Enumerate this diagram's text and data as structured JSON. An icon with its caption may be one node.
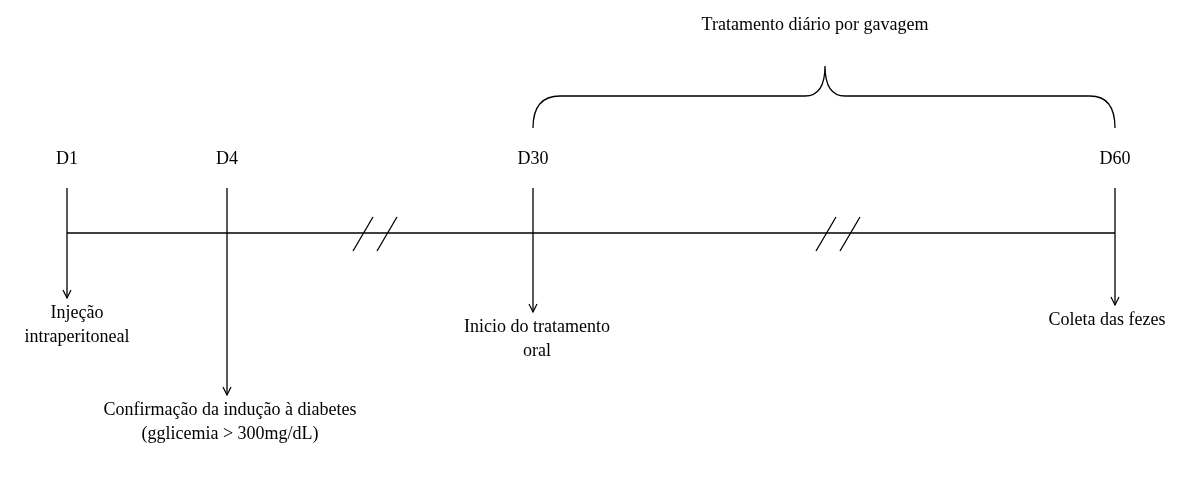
{
  "diagram": {
    "nodes": [
      {
        "text": [
          "D1"
        ]
      },
      {
        "text": [
          "Injeção intraperitoneal"
        ]
      },
      {
        "text": [
          "D4"
        ]
      },
      {
        "text": [
          "Confirmação da indução à diabetes (gglicemia > 300mg/dL)"
        ]
      },
      {
        "text": [
          "D30"
        ]
      },
      {
        "text": [
          "Inicio do tratamento oral"
        ]
      },
      {
        "text": [
          "D60"
        ]
      },
      {
        "text": [
          "Coleta das fezes"
        ]
      }
    ],
    "edges": [
      {
        "from": 0,
        "to": 1,
        "arrow": "to"
      },
      {
        "from": 2,
        "to": 3,
        "arrow": "to"
      },
      {
        "from": 4,
        "to": 5,
        "arrow": "to"
      },
      {
        "from": 6,
        "to": 7,
        "arrow": "to"
      }
    ],
    "labels": [
      "Tratamento diário por gavagem"
    ]
  }
}
